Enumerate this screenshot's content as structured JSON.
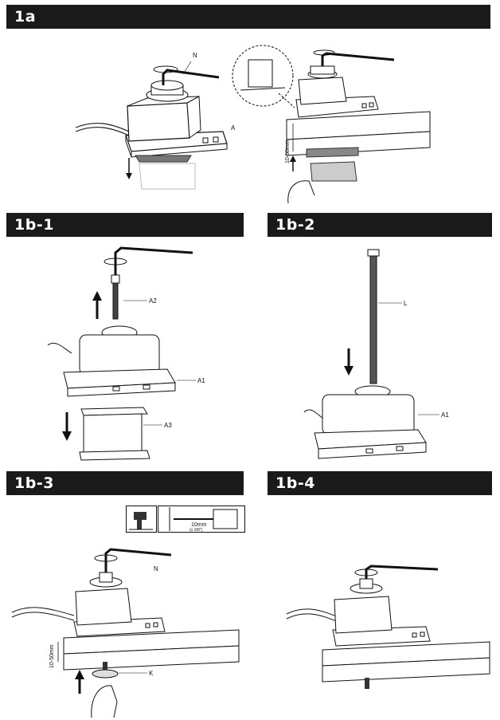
{
  "sections": {
    "s1a": {
      "title": "1a"
    },
    "s1b1": {
      "title": "1b-1"
    },
    "s1b2": {
      "title": "1b-2"
    },
    "s1b3": {
      "title": "1b-3"
    },
    "s1b4": {
      "title": "1b-4"
    }
  },
  "labels": {
    "n": "N",
    "a": "A",
    "a1": "A1",
    "a2": "A2",
    "a3": "A3",
    "l": "L",
    "k": "K",
    "thickness": "10-50mm",
    "drill": "10mm",
    "drill_inch": "(≥ 3/8\")"
  }
}
